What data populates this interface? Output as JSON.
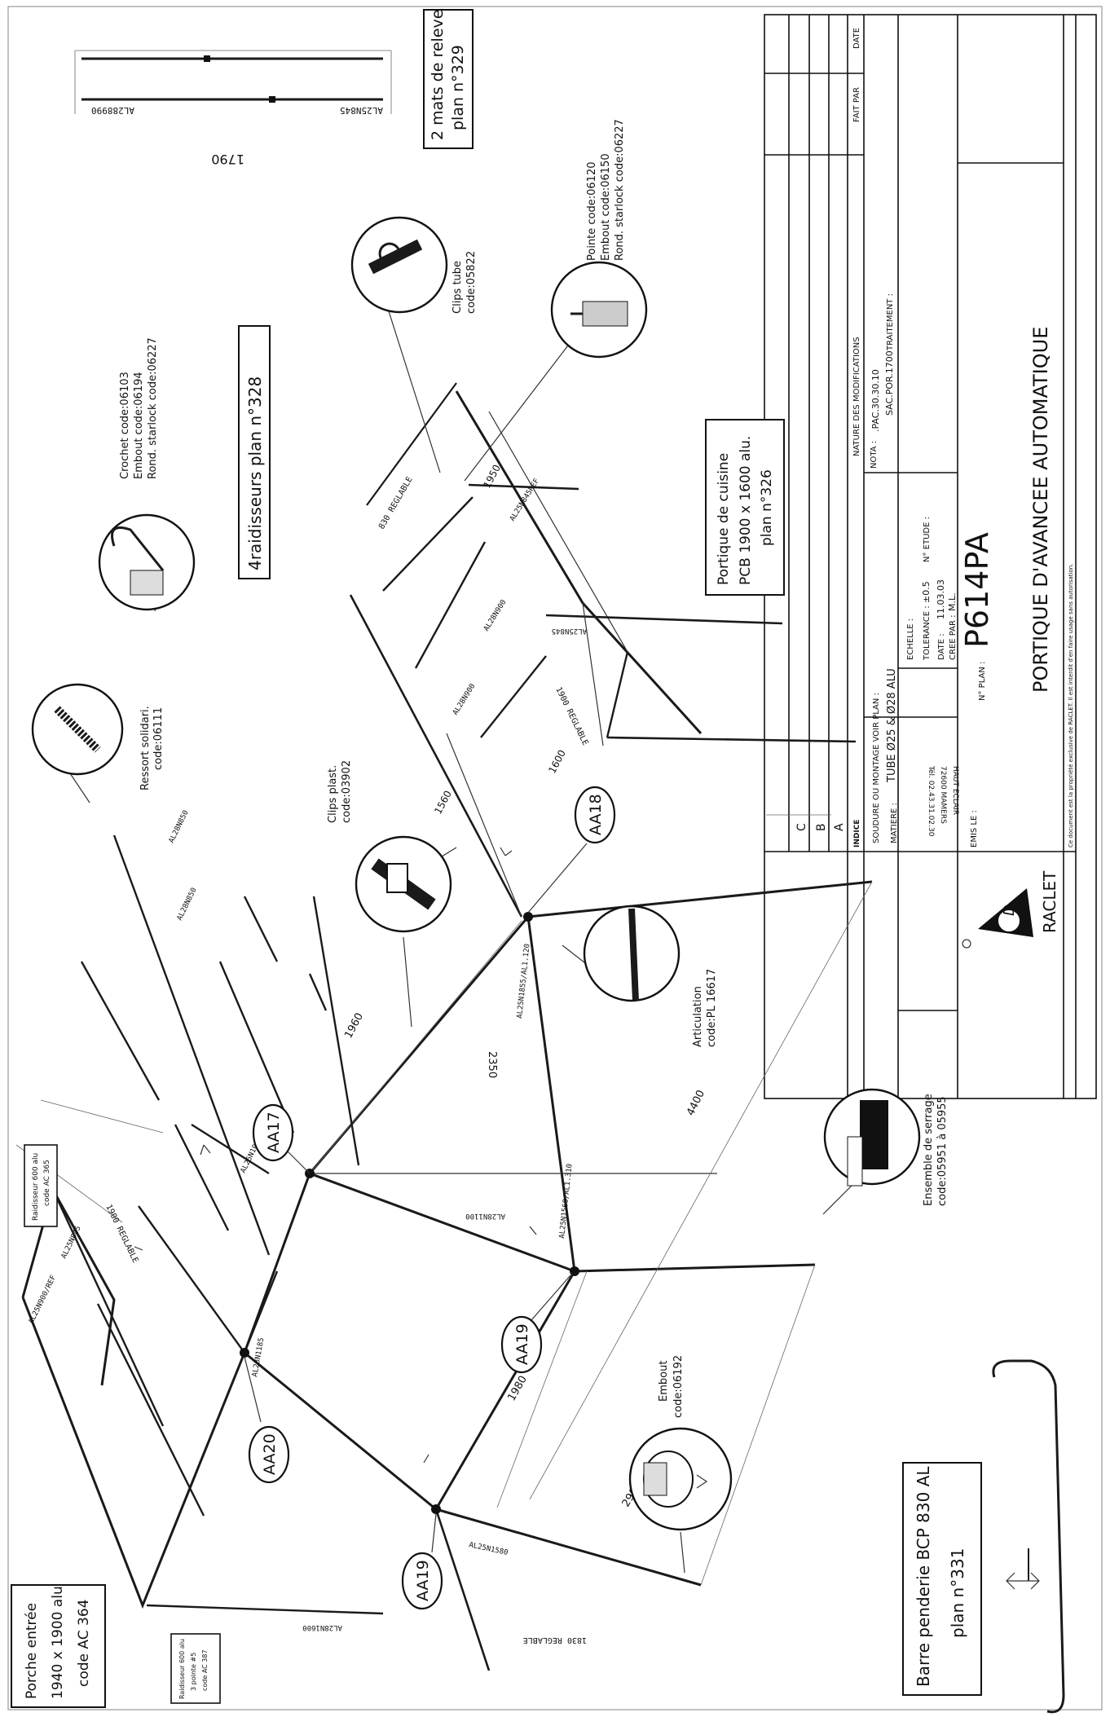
{
  "title_block": {
    "plan_number_label": "N° PLAN :",
    "plan_number": "P614PA",
    "title": "PORTIQUE D'AVANCEE AUTOMATIQUE",
    "copyright": "Ce document est la propriété exclusive de RACLET. Il est interdit d'en faire usage sans autorisation.",
    "fait_par": "FAIT PAR",
    "date": "DATE",
    "nature_modifications": "NATURE DES MODIFICATIONS",
    "revisions": [
      "C",
      "B",
      "A",
      "INDICE"
    ],
    "soudure": "SOUDURE OU MONTAGE VOIR PLAN :",
    "nota_label": "NOTA :",
    "nota_1": ".PAC.30.30.10",
    "nota_2": "SAC.POR.1700",
    "traitement": "TRAITEMENT :",
    "n_etude": "N° ETUDE :",
    "matiere_label": "MATIERE :",
    "matiere": "TUBE Ø25 & Ø28 ALU",
    "echelle": "ECHELLE :",
    "tolerance_label": "TOLERANCE :",
    "tolerance": "±0.5",
    "date_label": "DATE :",
    "date_value": "11.03.03",
    "cree_par_label": "CREE PAR :",
    "cree_par": "M.L.",
    "company_address_1": "HAUT ECLAIR",
    "company_address_2": "72600 MAMERS",
    "company_phone": "Tél. 02.43.31.02.30",
    "logo_text": "RACLET",
    "logo_letter": "D",
    "emis_le": "EMIS LE :"
  },
  "callouts": {
    "mats": [
      "2 mats de releve",
      "plan n°329"
    ],
    "raidisseurs": "4raidisseurs plan n°328",
    "portique": [
      "Portique de cuisine",
      "PCB 1900 x 1600 alu.",
      "plan n°326"
    ],
    "porche": [
      "Porche entrée",
      "1940 x 1900 alu",
      "code AC 364"
    ],
    "barre": [
      "Barre penderie BCP 830 AL",
      "plan n°331"
    ]
  },
  "details": {
    "crochet": [
      "Crochet code:06103",
      "Embout code:06194",
      "Rond. starlock code:06227"
    ],
    "clips_tube": [
      "Clips tube",
      "code:05822"
    ],
    "pointe": [
      "Pointe code:06120",
      "Embout code:06150",
      "Rond. starlock code:06227"
    ],
    "ressort": [
      "Ressort solidari.",
      "code:06111"
    ],
    "clips_plast": [
      "Clips plast.",
      "code:03902"
    ],
    "articulation": [
      "Articulation",
      "code:PL 16617"
    ],
    "serrage": [
      "Ensemble de serrage",
      "code:05951 à 05955"
    ],
    "embout": [
      "Embout",
      "code:06192"
    ],
    "raid_porche_1": [
      "Raidisseur 600 alu",
      "code AC 365"
    ],
    "raid_porche_2": [
      "Raidisseur 600 alu",
      "3 pointe #5",
      "code AC 387"
    ]
  },
  "nodes": [
    "AA17",
    "AA18",
    "AA19",
    "AA19",
    "AA20"
  ],
  "dimensions": {
    "d1790": "1790",
    "d1960": "1960",
    "d1560": "1560",
    "d2350": "2350",
    "d4400": "4400",
    "d1980": "1980",
    "d2900": "2900",
    "d1600": "1600",
    "d1950": "1950"
  },
  "part_labels": {
    "al288990": "AL288990",
    "al25n845": "AL25N845",
    "reglable_830": "830 REGLABLE",
    "reglable_1900a": "1900 REGLABLE",
    "reglable_1900b": "1900 REGLABLE",
    "reglable_1830": "1830 REGLABLE",
    "al25n1855": "AL25N1855/AL1.120",
    "al25n1560": "AL25N1560/AL1.310",
    "al25n1050": "AL25N1050/AL2",
    "al25n845_a": "AL25N845",
    "al28n900": "AL28N900",
    "al28n900b": "AL28N900",
    "al25n845ref": "AL25N845REF",
    "al25n1580": "AL25N1580",
    "al28n1100": "AL28N1100",
    "al28n1185": "AL28N1185",
    "al25n845b": "AL25N845",
    "al28n850": "AL28N850",
    "al28n850b": "AL28N850",
    "al25n900ref": "AL25N900/REF",
    "al28n1600": "AL28N1600"
  }
}
